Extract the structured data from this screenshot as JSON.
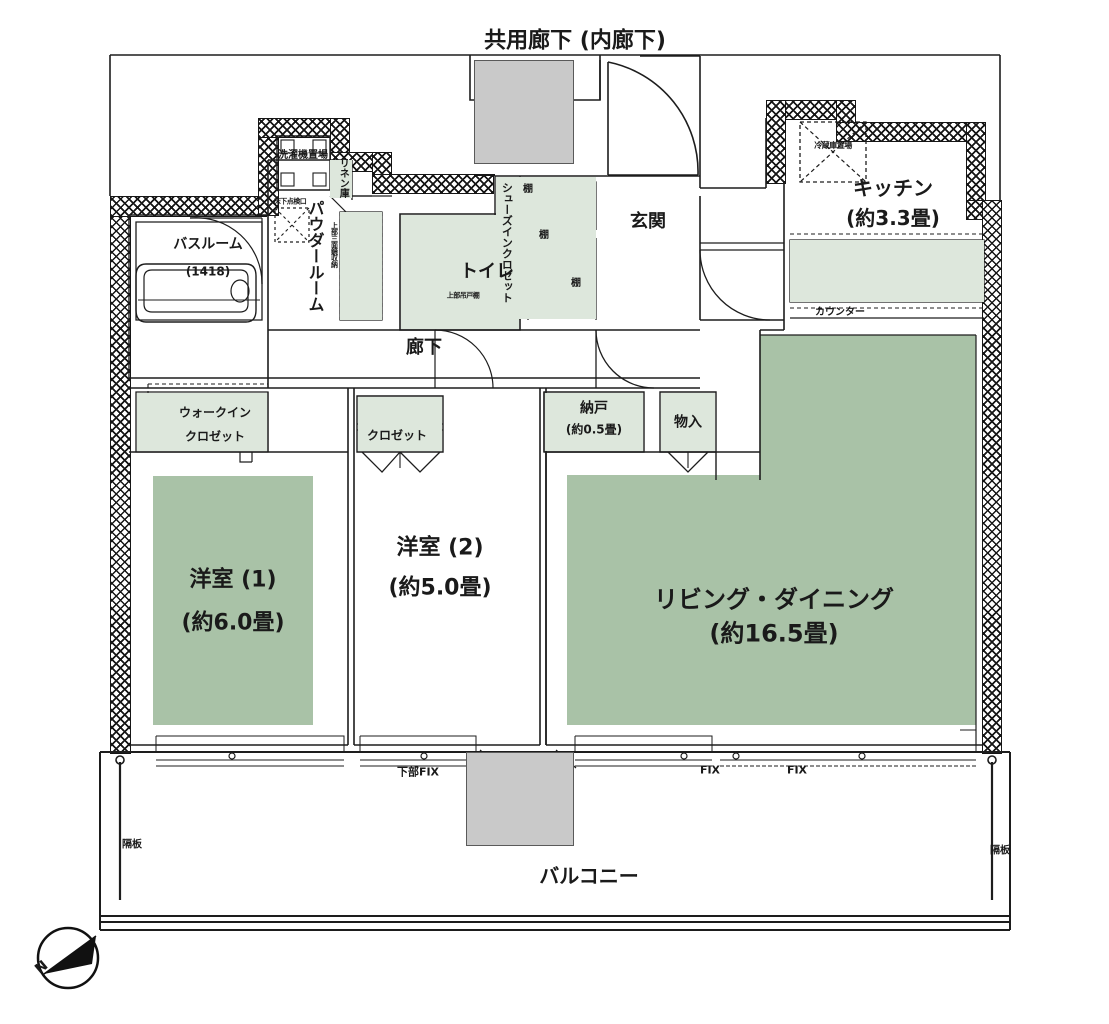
{
  "plan": {
    "type": "floorplan",
    "style": "japanese-apartment-madori",
    "colors": {
      "room_fill": "#a9c2a7",
      "fixture_fill": "#dde7dc",
      "wall": "#1d1d1d",
      "grey_fill": "#c9c9c9"
    }
  },
  "labels": {
    "common_corridor": "共用廊下 (内廊下)",
    "balcony": "バルコニー",
    "partition_left": "隔板",
    "partition_right": "隔板",
    "compass": "N"
  },
  "rooms": [
    {
      "id": "living-dining",
      "name": "リビング・ダイニング",
      "size": "(約16.5畳)"
    },
    {
      "id": "western-room-1",
      "name": "洋室 (1)",
      "size": "(約6.0畳)"
    },
    {
      "id": "western-room-2",
      "name": "洋室 (2)",
      "size": "(約5.0畳)"
    },
    {
      "id": "kitchen",
      "name": "キッチン",
      "size": "(約3.3畳)"
    },
    {
      "id": "storage-nando",
      "name": "納戸",
      "size": "(約0.5畳)"
    }
  ],
  "spaces": {
    "entrance": "玄関",
    "corridor": "廊下",
    "toilet": "トイレ",
    "powder_room": "パウダールーム",
    "bath_room": "バスルーム",
    "bath_size": "(1418)",
    "walk_in_closet_l1": "ウォークイン",
    "walk_in_closet_l2": "クロゼット",
    "closet": "クロゼット",
    "shoes_in_closet": "シューズインクロゼット",
    "butsuire": "物入"
  },
  "fixtures": {
    "washing_machine": "洗濯機置場",
    "linen_cabinet": "リネン庫",
    "mirror_cabinet": "上部三面鏡収納",
    "floor_hatch": "床下点検口",
    "toilet_upper_cabinet": "上部吊戸棚",
    "fridge_space": "冷蔵庫置場",
    "counter": "カウンター",
    "shelf_1": "棚",
    "shelf_2": "棚",
    "shelf_3": "棚"
  },
  "windows": [
    {
      "id": "window-fix-lower",
      "label": "下部FIX"
    },
    {
      "id": "window-fix-1",
      "label": "FIX"
    },
    {
      "id": "window-fix-2",
      "label": "FIX"
    }
  ]
}
